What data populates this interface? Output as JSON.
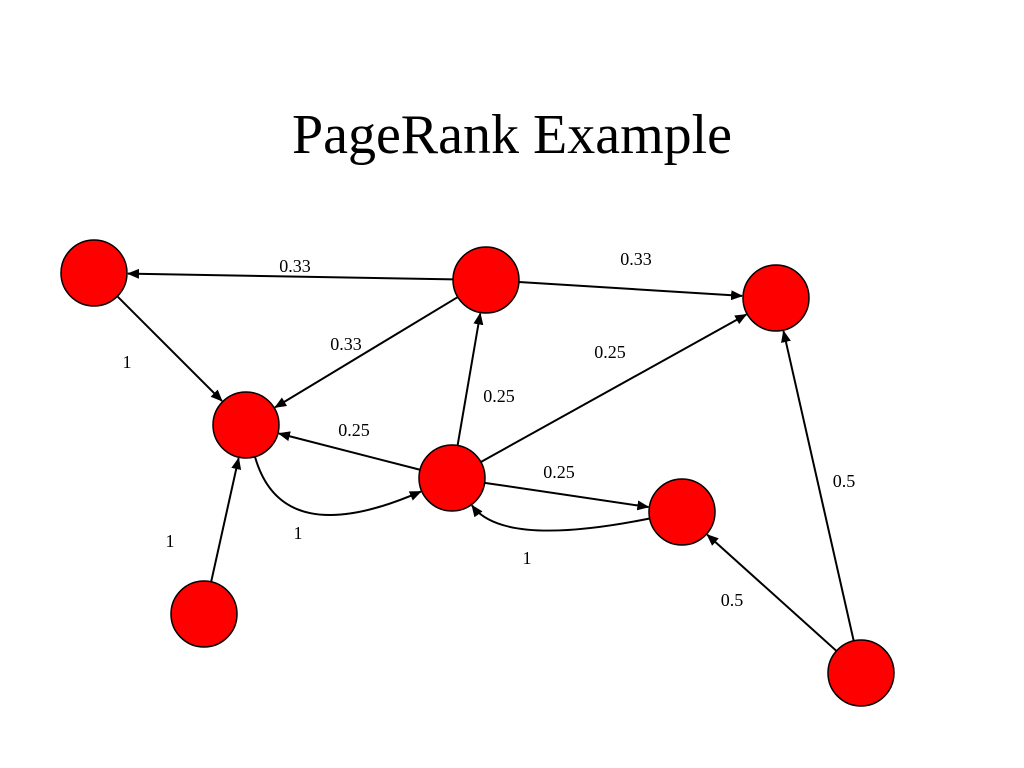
{
  "title": "PageRank Example",
  "colors": {
    "node_fill": "#ff0000",
    "node_stroke": "#000000",
    "edge": "#000000",
    "background": "#ffffff"
  },
  "nodes": [
    {
      "id": "A"
    },
    {
      "id": "B"
    },
    {
      "id": "C"
    },
    {
      "id": "D"
    },
    {
      "id": "E"
    },
    {
      "id": "F"
    },
    {
      "id": "G"
    },
    {
      "id": "H"
    }
  ],
  "edges": [
    {
      "from": "B",
      "to": "A",
      "label": "0.33"
    },
    {
      "from": "B",
      "to": "C",
      "label": "0.33"
    },
    {
      "from": "B",
      "to": "D",
      "label": "0.33"
    },
    {
      "from": "A",
      "to": "D",
      "label": "1"
    },
    {
      "from": "E",
      "to": "D",
      "label": "0.25"
    },
    {
      "from": "E",
      "to": "B",
      "label": "0.25"
    },
    {
      "from": "E",
      "to": "C",
      "label": "0.25"
    },
    {
      "from": "E",
      "to": "F",
      "label": "0.25"
    },
    {
      "from": "D",
      "to": "E",
      "label": "1"
    },
    {
      "from": "F",
      "to": "E",
      "label": "1"
    },
    {
      "from": "G",
      "to": "D",
      "label": "1"
    },
    {
      "from": "H",
      "to": "F",
      "label": "0.5"
    },
    {
      "from": "H",
      "to": "C",
      "label": "0.5"
    }
  ]
}
